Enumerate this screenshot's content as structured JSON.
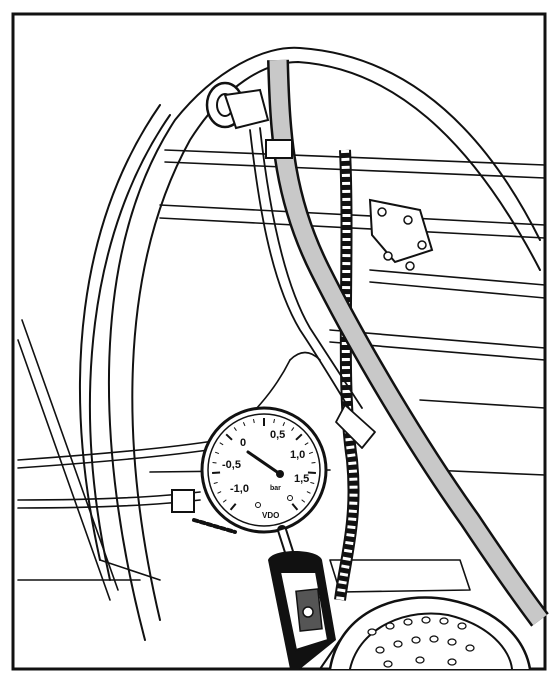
{
  "gauge": {
    "scale_labels": [
      {
        "text": "0,5"
      },
      {
        "text": "0"
      },
      {
        "text": "1,0"
      },
      {
        "text": "-0,5"
      },
      {
        "text": "1,5"
      },
      {
        "text": "-1,0"
      }
    ],
    "unit": "bar",
    "brand": "VDO"
  },
  "colors": {
    "ink": "#111111",
    "hose_fill": "#c8c8c8",
    "background": "#ffffff"
  }
}
